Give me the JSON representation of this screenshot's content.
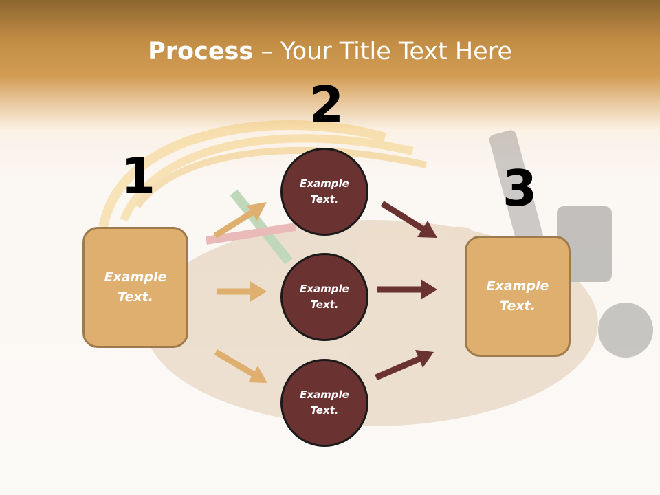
{
  "title": {
    "bold": "Process",
    "rest": " – Your Title Text Here"
  },
  "steps": {
    "one": "1",
    "two": "2",
    "three": "3"
  },
  "left_box": "Example Text.",
  "right_box": "Example Text.",
  "circles": [
    "Example Text.",
    "Example Text.",
    "Example Text."
  ],
  "colors": {
    "light_arrow": "#deaf6f",
    "dark_arrow": "#6b3232",
    "box_fill": "#deaf6f",
    "circle_fill": "#6b3232"
  }
}
